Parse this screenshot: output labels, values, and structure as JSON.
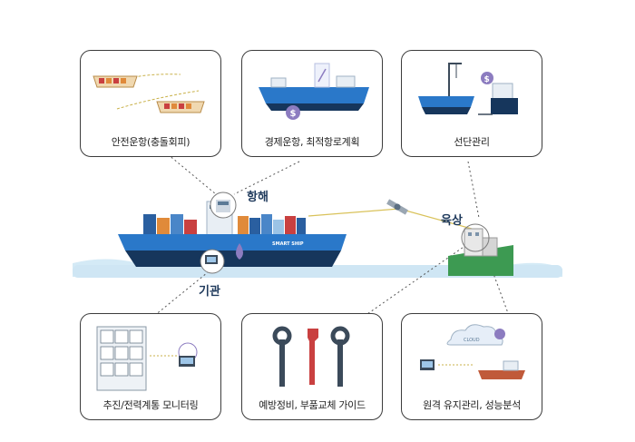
{
  "cards": {
    "safe_navigation": "안전운항(충돌회피)",
    "economic_navigation": "경제운항, 최적항로계획",
    "fleet_management": "선단관리",
    "propulsion_monitoring": "추진/전력계통 모니터링",
    "maintenance_guide": "예방정비, 부품교체 가이드",
    "remote_maintenance": "원격 유지관리, 성능분석"
  },
  "nodes": {
    "navigation": "항해",
    "engine": "기관",
    "shore": "육상"
  },
  "ship": {
    "hull_label": "SMART SHIP"
  },
  "cloud_label": "CLOUD",
  "colors": {
    "hull_blue": "#2a78c9",
    "hull_dark": "#16365c",
    "sea": "#d4eaf6",
    "shore_green": "#3d9a52",
    "accent_purple": "#8c7cc0",
    "card_border": "#3c3c3c"
  }
}
